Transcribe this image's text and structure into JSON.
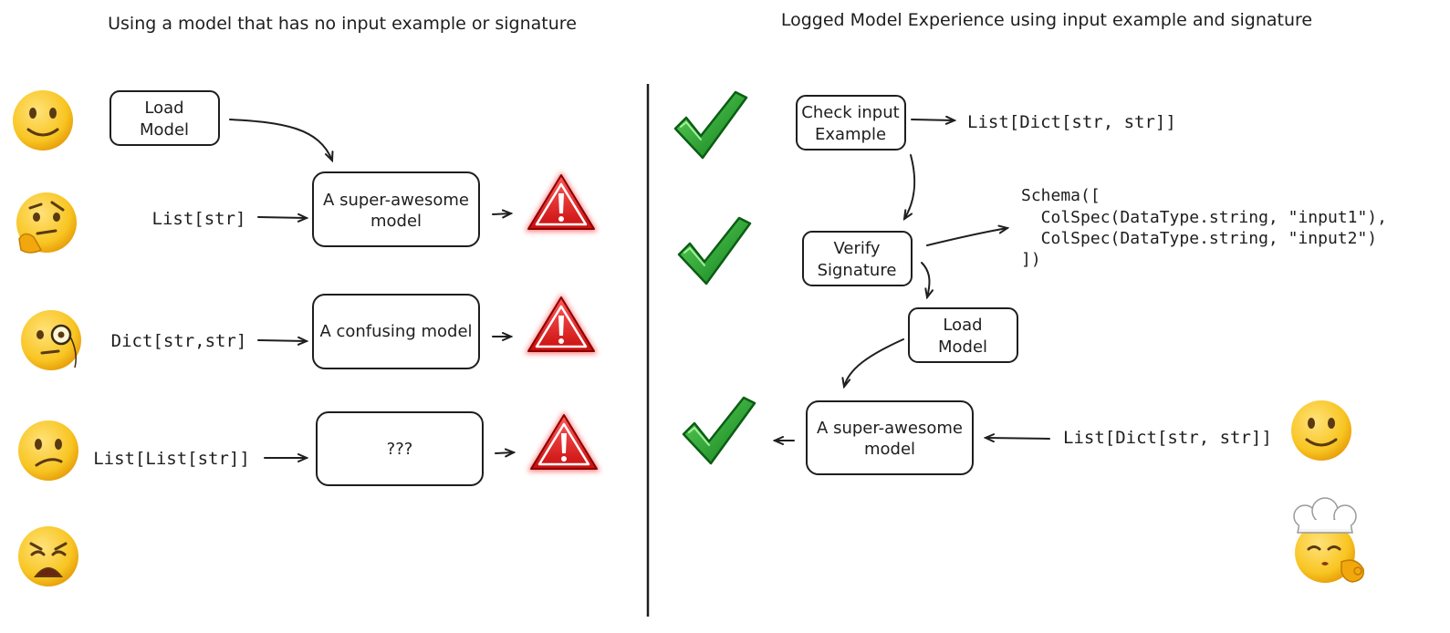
{
  "left": {
    "title": "Using a model that has no input example or signature",
    "load_model": [
      "Load",
      "Model"
    ],
    "inputs": [
      "List[str]",
      "Dict[str,str]",
      "List[List[str]]"
    ],
    "models": [
      [
        "A super-awesome",
        "model"
      ],
      [
        "A confusing model"
      ],
      [
        "???"
      ]
    ]
  },
  "right": {
    "title": "Logged Model Experience using input example and signature",
    "check_input": [
      "Check input",
      "Example"
    ],
    "check_output": "List[Dict[str, str]]",
    "verify_signature": [
      "Verify",
      "Signature"
    ],
    "schema_lines": [
      "Schema([",
      "  ColSpec(DataType.string, \"input1\"),",
      "  ColSpec(DataType.string, \"input2\")",
      "])"
    ],
    "load_model": [
      "Load",
      "Model"
    ],
    "model": [
      "A super-awesome",
      "model"
    ],
    "input": "List[Dict[str, str]]"
  },
  "colors": {
    "ink": "#1e1e1e",
    "warning_red": "#e01818",
    "check_green": "#1f9d2a",
    "emoji_yellow": "#f5b80f"
  },
  "icons": {
    "left_faces": [
      "slightly-smiling-face-icon",
      "thinking-face-icon",
      "monocle-face-icon",
      "confused-face-icon",
      "weary-face-icon"
    ],
    "right_faces": [
      "slightly-smiling-face-icon",
      "chef-kiss-face-icon"
    ],
    "warning": "warning-triangle-icon",
    "check": "check-mark-icon"
  }
}
